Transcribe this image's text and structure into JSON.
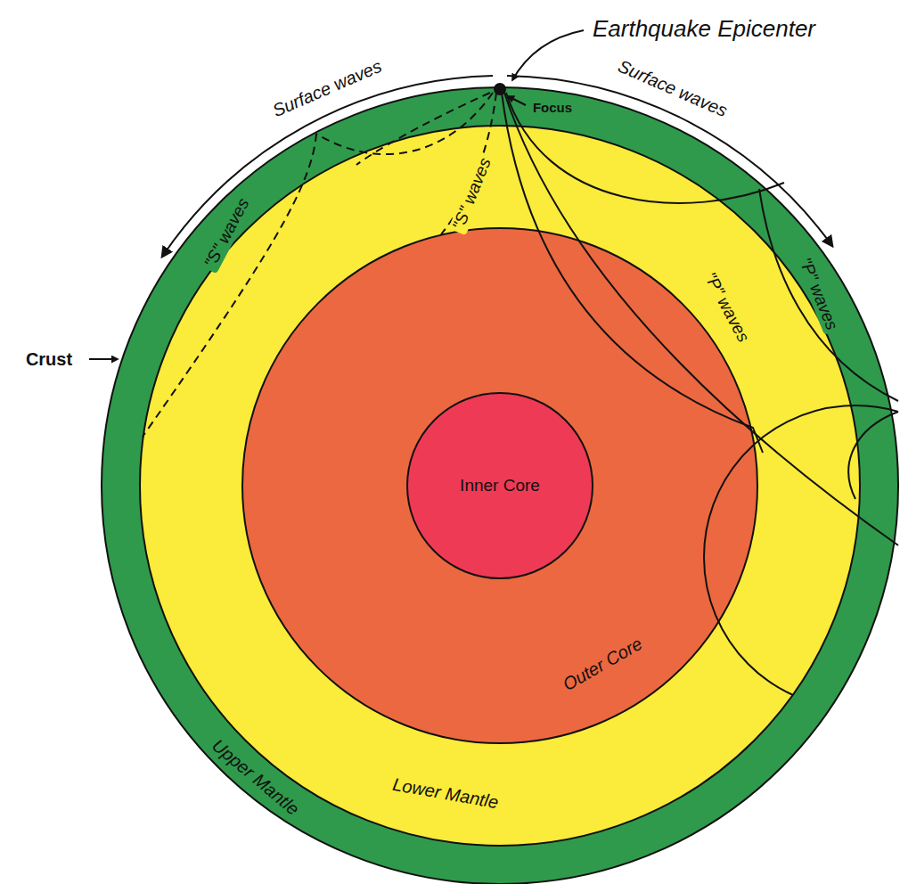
{
  "diagram": {
    "nodes": [
      {
        "text": [
          "Upper Mantle"
        ]
      },
      {
        "text": [
          "Lower Mantle"
        ],
        "in": 0
      },
      {
        "text": [
          "Outer Core"
        ],
        "in": 1
      },
      {
        "text": [
          "Inner Core"
        ],
        "in": 2
      }
    ],
    "labels": [
      "Earthquake Epicenter",
      "Surface waves",
      "Surface waves",
      "Focus",
      "\"S\" waves",
      "\"S\" waves",
      "\"P\" waves",
      "\"P\" waves",
      "Crust"
    ]
  }
}
